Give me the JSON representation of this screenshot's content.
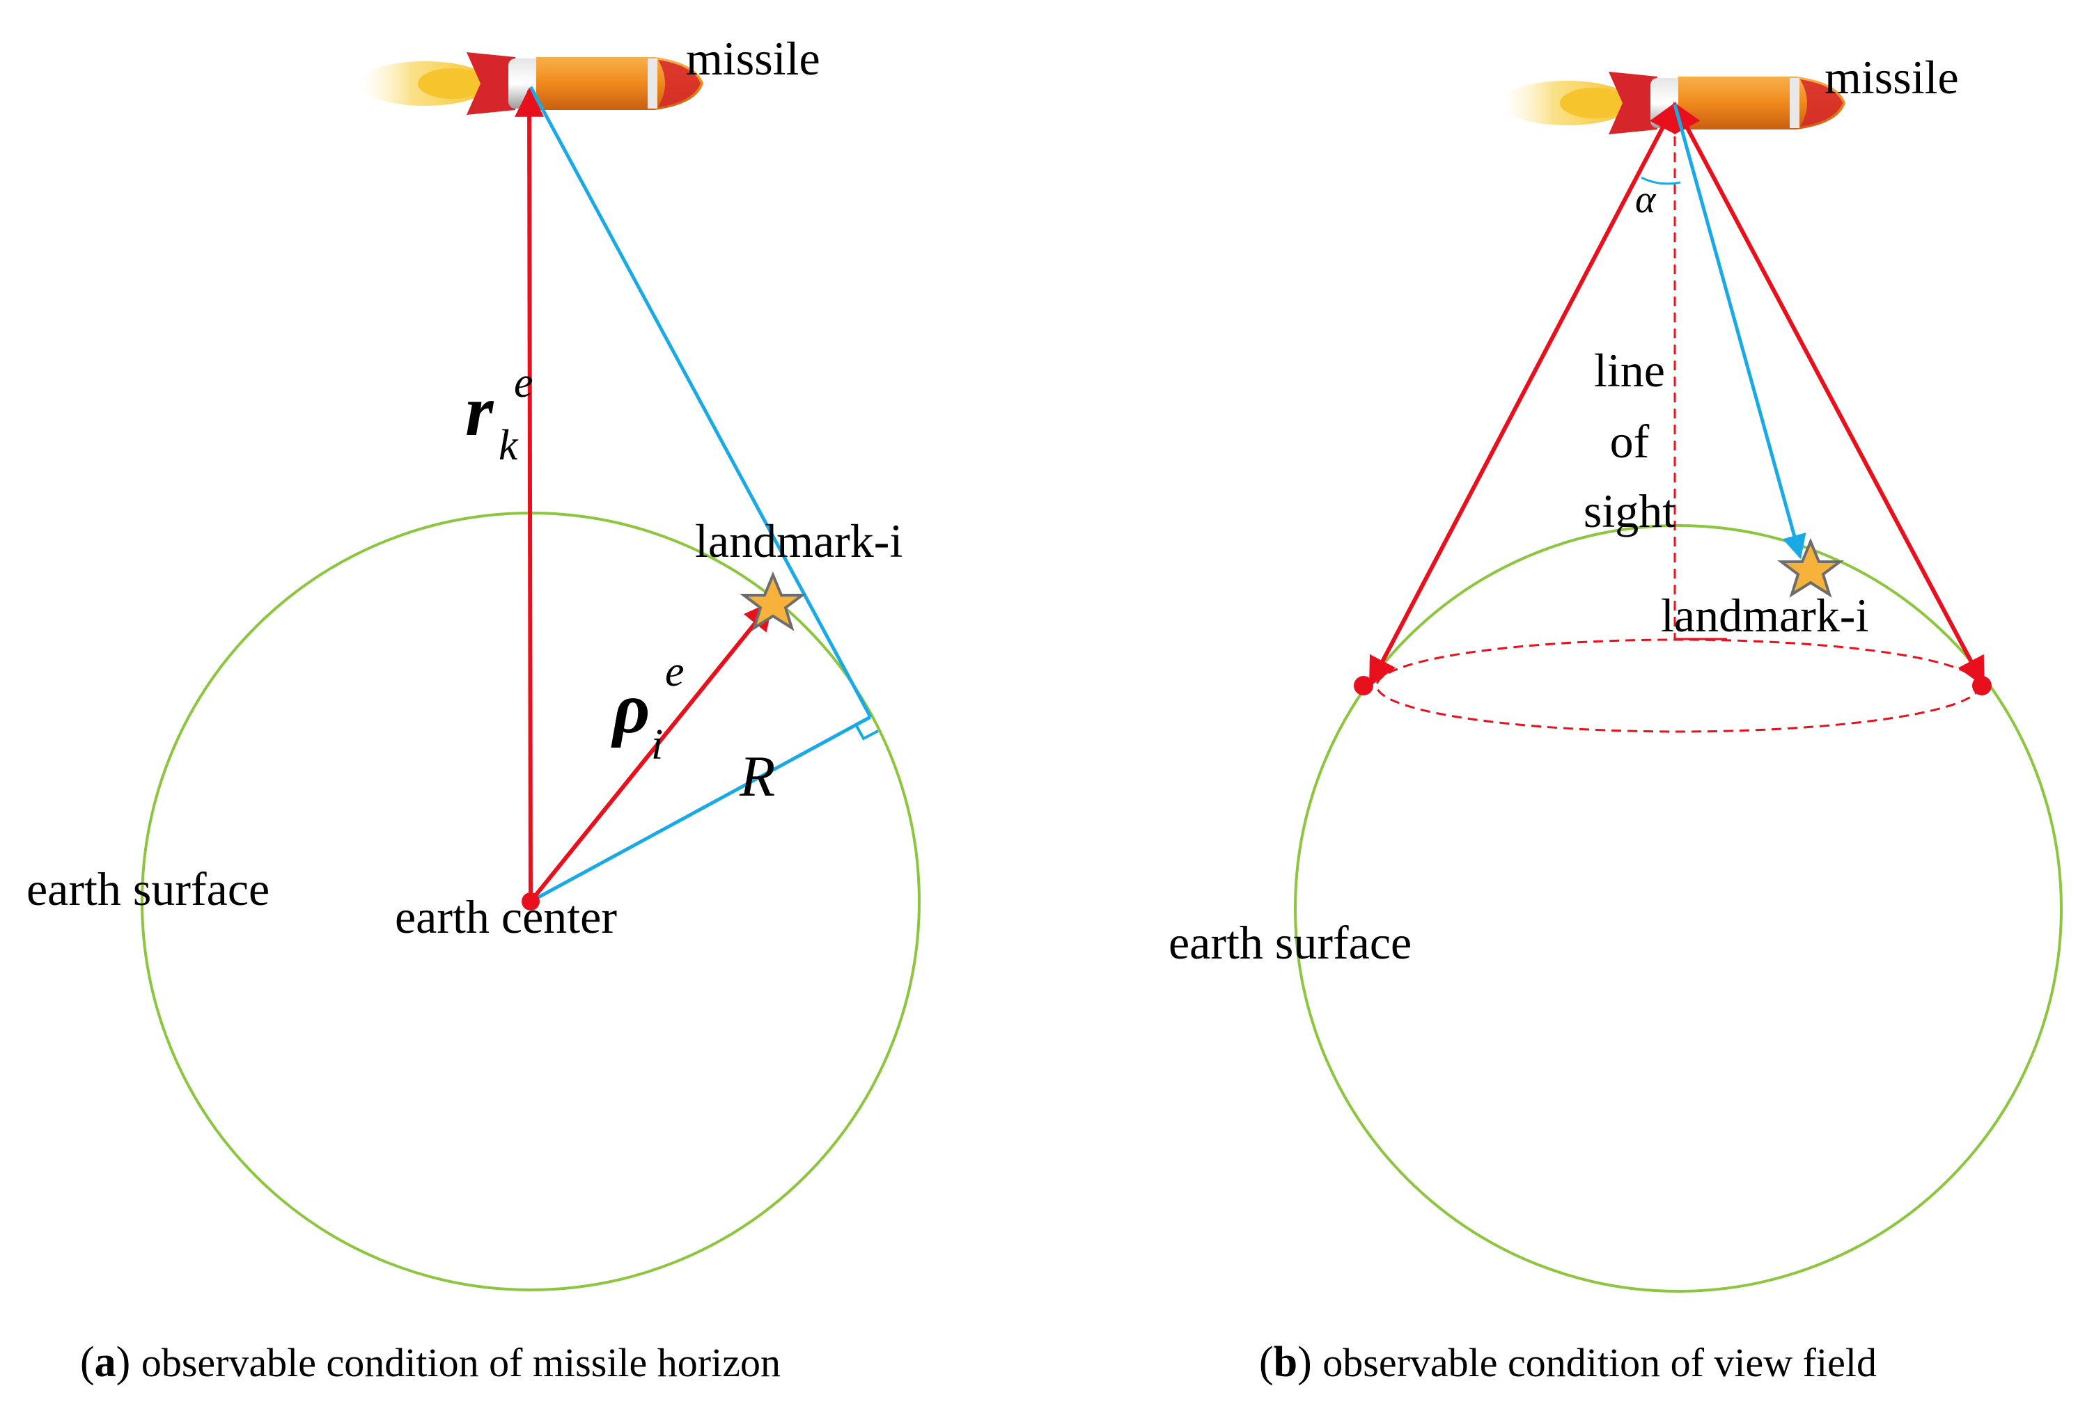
{
  "colors": {
    "vector_red": "#e8101c",
    "line_blue": "#19aae6",
    "earth_green": "#8cc63e",
    "star_fill": "#f7b23b",
    "star_stroke": "#6d6d6d",
    "missile_body": "#f08a1e",
    "missile_fin": "#d6262c",
    "flame": "#f6c42c"
  },
  "panel_a": {
    "missile_label": "missile",
    "r_symbol": "r",
    "r_sub": "k",
    "r_sup": "e",
    "landmark_label": "landmark-i",
    "rho_symbol": "ρ",
    "rho_sub": "i",
    "rho_sup": "e",
    "radius_label": "R",
    "earth_surface_label": "earth surface",
    "earth_center_label": "earth center",
    "caption_letter": "a",
    "caption_text": "observable condition of missile horizon"
  },
  "panel_b": {
    "missile_label": "missile",
    "alpha_label": "α",
    "los_line1": "line",
    "los_line2": "of",
    "los_line3": "sight",
    "landmark_label": "landmark-i",
    "earth_surface_label": "earth surface",
    "caption_letter": "b",
    "caption_text": "observable condition of view field"
  }
}
